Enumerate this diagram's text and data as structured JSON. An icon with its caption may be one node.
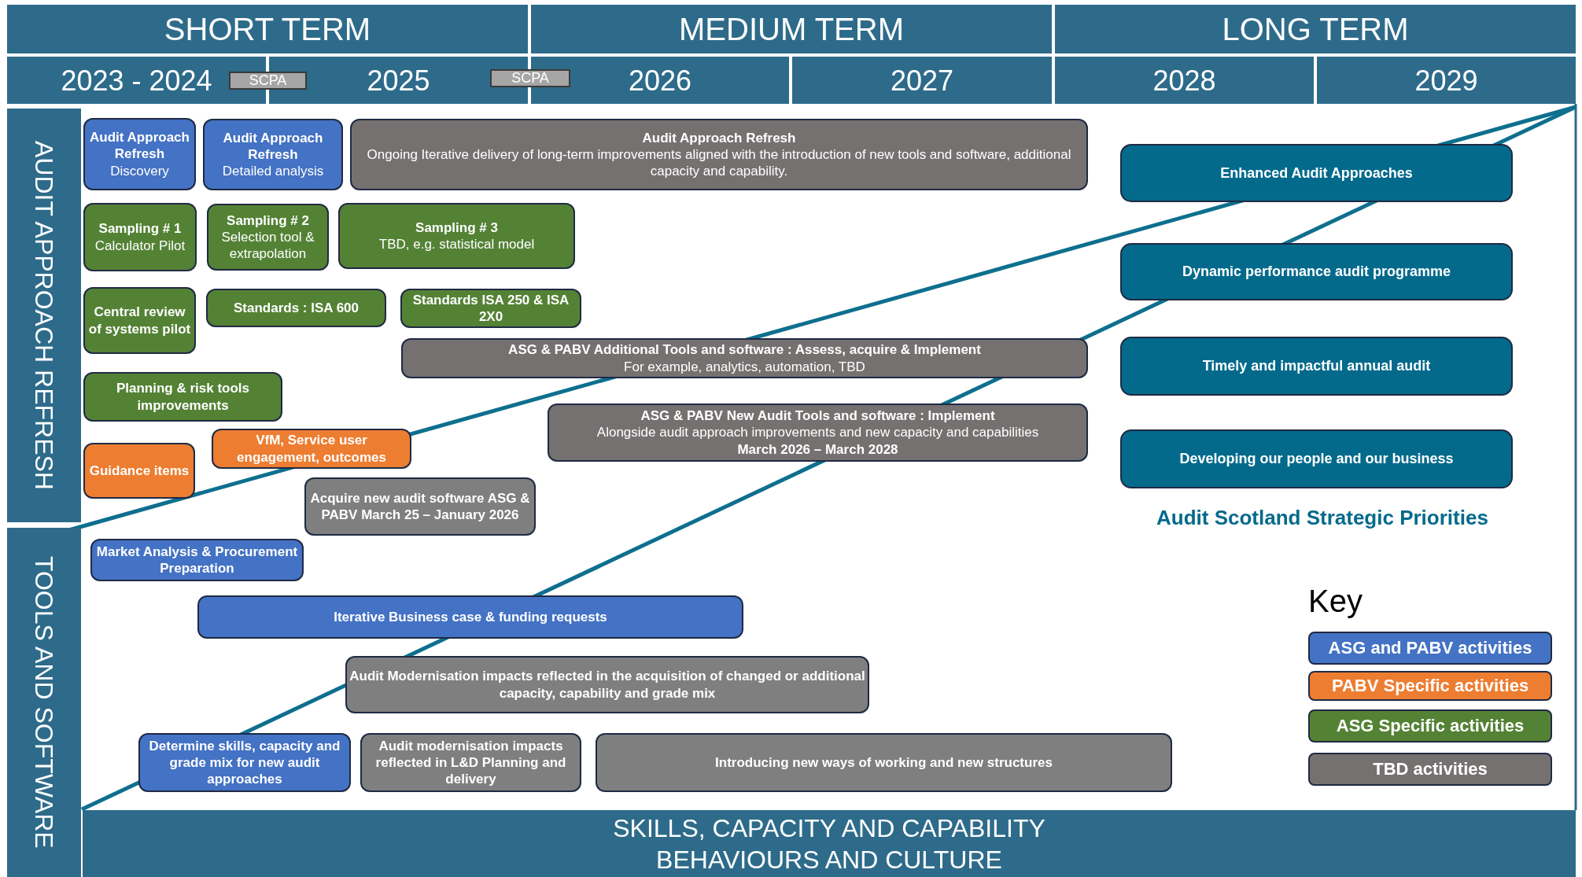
{
  "diagram": {
    "nodes": [
      {
        "text": [
          "SHORT TERM"
        ]
      },
      {
        "text": [
          "MEDIUM TERM"
        ]
      },
      {
        "text": [
          "LONG TERM"
        ]
      },
      {
        "text": [
          "2023 - 2024"
        ]
      },
      {
        "text": [
          "SCPA"
        ]
      },
      {
        "text": [
          "2025"
        ]
      },
      {
        "text": [
          "SCPA"
        ]
      },
      {
        "text": [
          "2026"
        ]
      },
      {
        "text": [
          "2027"
        ]
      },
      {
        "text": [
          "2028"
        ]
      },
      {
        "text": [
          "2029"
        ]
      },
      {
        "text": [
          "AUDIT APPROACH REFRESH"
        ]
      },
      {
        "text": [
          "Audit Approach Refresh",
          "Discovery"
        ]
      },
      {
        "text": [
          "Audit Approach Refresh",
          "Detailed analysis"
        ]
      },
      {
        "text": [
          "Audit Approach Refresh",
          "Ongoing Iterative delivery of long-term improvements aligned with the introduction of new tools and software, additional capacity and capability."
        ]
      },
      {
        "text": [
          "Enhanced Audit Approaches"
        ]
      },
      {
        "text": [
          "Sampling # 1",
          "Calculator Pilot"
        ]
      },
      {
        "text": [
          "Sampling # 2",
          "Selection tool & extrapolation"
        ]
      },
      {
        "text": [
          "Sampling # 3",
          "TBD, e.g. statistical model"
        ]
      },
      {
        "text": [
          "Dynamic performance audit programme"
        ]
      },
      {
        "text": [
          "Central review of systems pilot"
        ]
      },
      {
        "text": [
          "Standards : ISA 600"
        ]
      },
      {
        "text": [
          "Standards ISA 250 & ISA 2X0"
        ]
      },
      {
        "text": [
          "ASG & PABV Additional Tools and software : Assess, acquire & Implement",
          "For example, analytics, automation, TBD"
        ]
      },
      {
        "text": [
          "Timely and impactful annual audit"
        ]
      },
      {
        "text": [
          "Planning & risk tools improvements"
        ]
      },
      {
        "text": [
          "VfM, Service user engagement, outcomes"
        ]
      },
      {
        "text": [
          "ASG & PABV New Audit Tools and software : Implement",
          "Alongside audit approach improvements and new capacity and capabilities",
          "March 2026 – March 2028"
        ]
      },
      {
        "text": [
          "Developing our people and our business"
        ]
      },
      {
        "text": [
          "Guidance items"
        ]
      },
      {
        "text": [
          "Acquire new audit software ASG & PABV March 25 – January 2026"
        ]
      },
      {
        "text": [
          "TOOLS AND SOFTWARE"
        ]
      },
      {
        "text": [
          "Market Analysis & Procurement Preparation"
        ]
      },
      {
        "text": [
          "Iterative Business case & funding requests"
        ]
      },
      {
        "text": [
          "Audit Modernisation impacts reflected in the acquisition of changed or additional capacity, capability and grade mix"
        ]
      },
      {
        "text": [
          "Determine skills, capacity and grade mix for new audit approaches"
        ]
      },
      {
        "text": [
          "Audit modernisation impacts reflected in L&D Planning and delivery"
        ]
      },
      {
        "text": [
          "Introducing new ways of working and new structures"
        ]
      },
      {
        "text": [
          "SKILLS, CAPACITY AND CAPABILITY BEHAVIOURS AND CULTURE"
        ]
      }
    ],
    "labels": [
      "Audit Scotland Strategic Priorities",
      "Key"
    ],
    "legend": [
      {
        "text": "ASG and PABV activities",
        "color": "#4472c4"
      },
      {
        "text": "PABV Specific activities",
        "color": "#ed7d31"
      },
      {
        "text": "ASG Specific activities",
        "color": "#548235"
      },
      {
        "text": "TBD activities",
        "color": "#767171"
      }
    ]
  }
}
